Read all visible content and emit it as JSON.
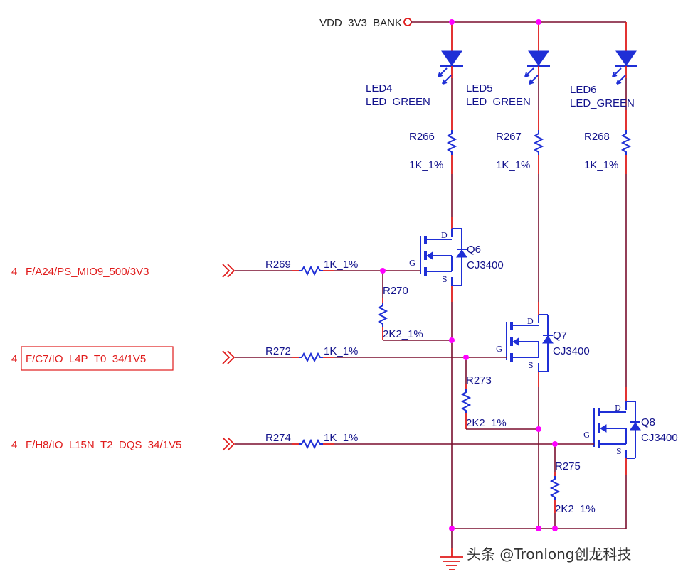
{
  "power": {
    "net": "VDD_3V3_BANK"
  },
  "leds": [
    {
      "ref": "LED4",
      "value": "LED_GREEN"
    },
    {
      "ref": "LED5",
      "value": "LED_GREEN"
    },
    {
      "ref": "LED6",
      "value": "LED_GREEN"
    }
  ],
  "led_resistors": [
    {
      "ref": "R266",
      "value": "1K_1%"
    },
    {
      "ref": "R267",
      "value": "1K_1%"
    },
    {
      "ref": "R268",
      "value": "1K_1%"
    }
  ],
  "mosfets": [
    {
      "ref": "Q6",
      "value": "CJ3400",
      "pin_d": "D",
      "pin_g": "G",
      "pin_s": "S"
    },
    {
      "ref": "Q7",
      "value": "CJ3400",
      "pin_d": "D",
      "pin_g": "G",
      "pin_s": "S"
    },
    {
      "ref": "Q8",
      "value": "CJ3400",
      "pin_d": "D",
      "pin_g": "G",
      "pin_s": "S"
    }
  ],
  "gate_resistors": [
    {
      "ref": "R269",
      "value": "1K_1%"
    },
    {
      "ref": "R272",
      "value": "1K_1%"
    },
    {
      "ref": "R274",
      "value": "1K_1%"
    }
  ],
  "pulldown_resistors": [
    {
      "ref": "R270",
      "value": "2K2_1%"
    },
    {
      "ref": "R273",
      "value": "2K2_1%"
    },
    {
      "ref": "R275",
      "value": "2K2_1%"
    }
  ],
  "input_nets": [
    {
      "sheet": "4",
      "name": "F/A24/PS_MIO9_500/3V3"
    },
    {
      "sheet": "4",
      "name": "F/C7/IO_L4P_T0_34/1V5"
    },
    {
      "sheet": "4",
      "name": "F/H8/IO_L15N_T2_DQS_34/1V5"
    }
  ],
  "watermark": "头条 @Tronlong创龙科技",
  "colors": {
    "wire": "#7a0f2e",
    "component_outline": "#1f2fd6",
    "component_text": "#13138c",
    "net_label": "#e01b1b",
    "junction": "#ff00ff"
  }
}
